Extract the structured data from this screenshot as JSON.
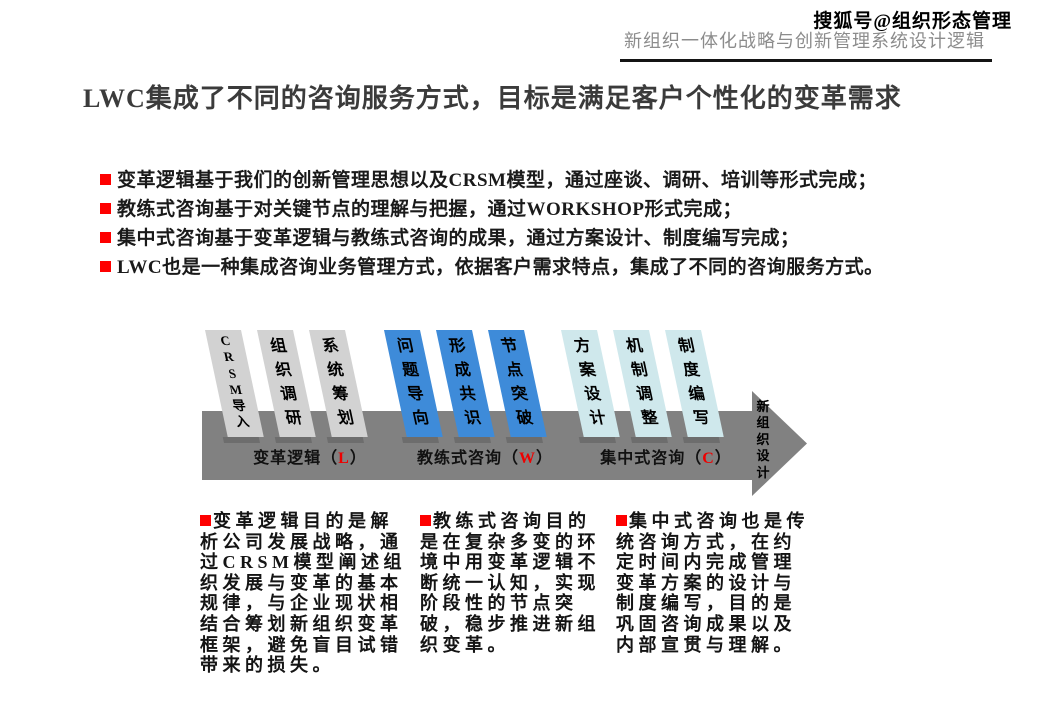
{
  "header": {
    "watermark": "搜狐号@组织形态管理",
    "subtitle": "新组织一体化战略与创新管理系统设计逻辑"
  },
  "title": "LWC集成了不同的咨询服务方式，目标是满足客户个性化的变革需求",
  "bullets": [
    "变革逻辑基于我们的创新管理思想以及CRSM模型，通过座谈、调研、培训等形式完成；",
    "教练式咨询基于对关键节点的理解与把握，通过WORKSHOP形式完成；",
    "集中式咨询基于变革逻辑与教练式咨询的成果，通过方案设计、制度编写完成；",
    "LWC也是一种集成咨询业务管理方式，依据客户需求特点，集成了不同的咨询服务方式。"
  ],
  "diagram": {
    "banners": [
      {
        "text": "CRSM导入",
        "group": "change-logic"
      },
      {
        "text": "组织调研",
        "group": "change-logic"
      },
      {
        "text": "系统筹划",
        "group": "change-logic"
      },
      {
        "text": "问题导向",
        "group": "coaching"
      },
      {
        "text": "形成共识",
        "group": "coaching"
      },
      {
        "text": "节点突破",
        "group": "coaching"
      },
      {
        "text": "方案设计",
        "group": "centralized"
      },
      {
        "text": "机制调整",
        "group": "centralized"
      },
      {
        "text": "制度编写",
        "group": "centralized"
      }
    ],
    "stage_labels": [
      {
        "pre": "变革逻辑（",
        "letter": "L",
        "post": "）"
      },
      {
        "pre": "教练式咨询（",
        "letter": "W",
        "post": "）"
      },
      {
        "pre": "集中式咨询（",
        "letter": "C",
        "post": "）"
      }
    ],
    "arrowhead_label": "新组织设计"
  },
  "columns": [
    "变革逻辑目的是解析公司发展战略，通过CRSM模型阐述组织发展与变革的基本规律，与企业现状相结合筹划新组织变革框架，避免盲目试错带来的损失。",
    "教练式咨询目的是在复杂多变的环境中用变革逻辑不断统一认知，实现阶段性的节点突破，稳步推进新组织变革。",
    "集中式咨询也是传统咨询方式，在约定时间内完成管理变革方案的设计与制度编写，目的是巩固咨询成果以及内部宣贯与理解。"
  ],
  "colors": {
    "accent_red": "#fe0000",
    "red_letter": "#ee0000",
    "arrow_gray": "#818181",
    "banner_gray": "#d2d2d2",
    "banner_blue": "#3e8bd9",
    "banner_cyan": "#cfe8ec",
    "subtitle_gray": "#8c8c8c"
  }
}
